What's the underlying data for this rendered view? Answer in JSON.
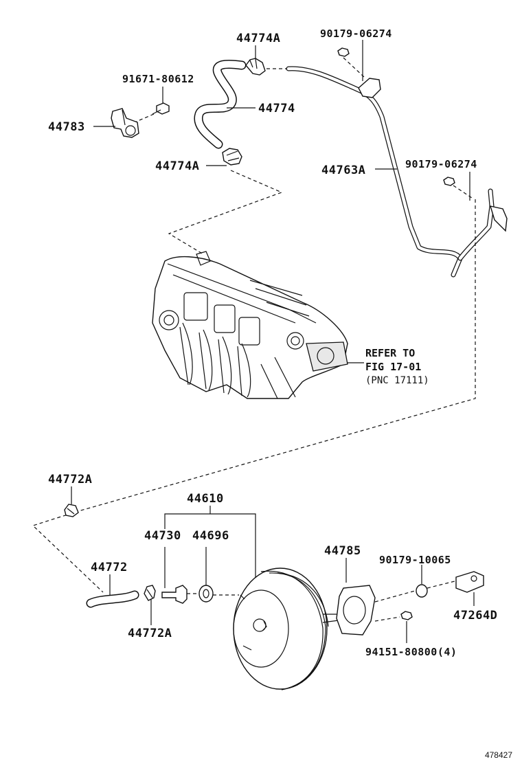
{
  "labels": {
    "clamp_top": "44774A",
    "nut_top_right": "90179-06274",
    "bolt_top": "91671-80612",
    "hose_top": "44774",
    "bracket_left": "44783",
    "clamp_mid": "44774A",
    "pipe": "44763A",
    "nut_mid_right": "90179-06274",
    "clamp_left": "44772A",
    "booster_assy": "44610",
    "check_valve": "44730",
    "grommet": "44696",
    "hose_bottom": "44772",
    "clamp_bottom": "44772A",
    "gasket": "44785",
    "nut_clevis": "90179-10065",
    "clevis": "47264D",
    "nut_booster": "94151-80800(4)"
  },
  "reference": {
    "line1": "REFER TO",
    "line2": "FIG 17-01",
    "line3": "(PNC 17111)"
  },
  "figure_number": "478427"
}
